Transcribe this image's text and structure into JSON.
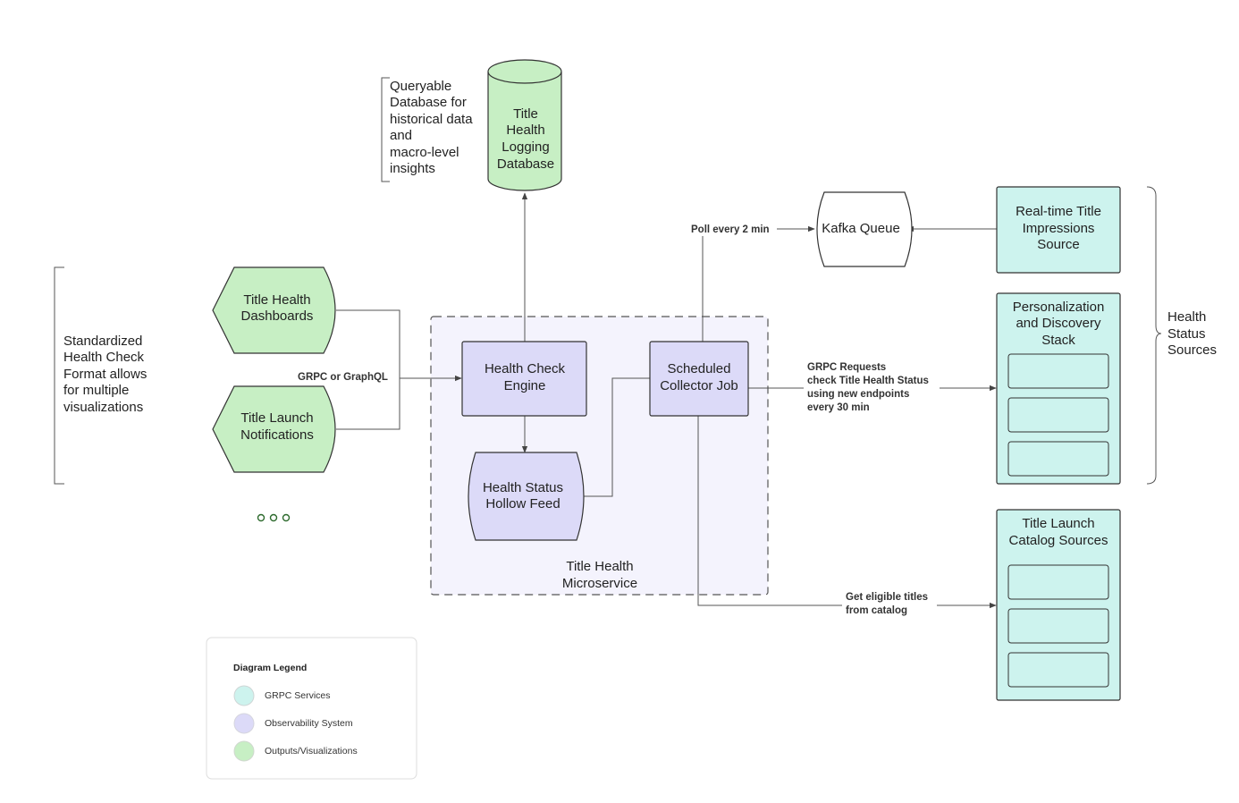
{
  "colors": {
    "grpc": "#cdf3ee",
    "observability": "#dcdaf8",
    "outputs": "#c7efc4",
    "stroke": "#333333"
  },
  "nodes": {
    "database": [
      "Title",
      "Health",
      "Logging",
      "Database"
    ],
    "database_note": [
      "Queryable",
      "Database for",
      "historical data",
      "and",
      "macro-level",
      "insights"
    ],
    "kafka": "Kafka Queue",
    "realtime": [
      "Real-time Title",
      "Impressions",
      "Source"
    ],
    "personalization": [
      "Personalization",
      "and Discovery",
      "Stack"
    ],
    "health_status_sources": [
      "Health",
      "Status",
      "Sources"
    ],
    "title_launch_catalog": [
      "Title Launch",
      "Catalog Sources"
    ],
    "dashboards": [
      "Title Health",
      "Dashboards"
    ],
    "notifications": [
      "Title Launch",
      "Notifications"
    ],
    "standardized_note": [
      "Standardized",
      "Health Check",
      "Format allows",
      "for multiple",
      "visualizations"
    ],
    "health_check_engine": [
      "Health Check",
      "Engine"
    ],
    "scheduled_collector": [
      "Scheduled",
      "Collector Job"
    ],
    "hollow_feed": [
      "Health Status",
      "Hollow Feed"
    ],
    "microservice": [
      "Title Health",
      "Microservice"
    ]
  },
  "edges": {
    "poll": "Poll every 2 min",
    "grpc_graphql": "GRPC or GraphQL",
    "grpc_requests": [
      "GRPC Requests",
      "check Title Health Status",
      "using new endpoints",
      "every 30 min"
    ],
    "eligible": [
      "Get eligible titles",
      "from catalog"
    ]
  },
  "legend": {
    "title": "Diagram Legend",
    "items": [
      {
        "label": "GRPC Services",
        "color": "#cdf3ee"
      },
      {
        "label": "Observability System",
        "color": "#dcdaf8"
      },
      {
        "label": "Outputs/Visualizations",
        "color": "#c7efc4"
      }
    ]
  }
}
